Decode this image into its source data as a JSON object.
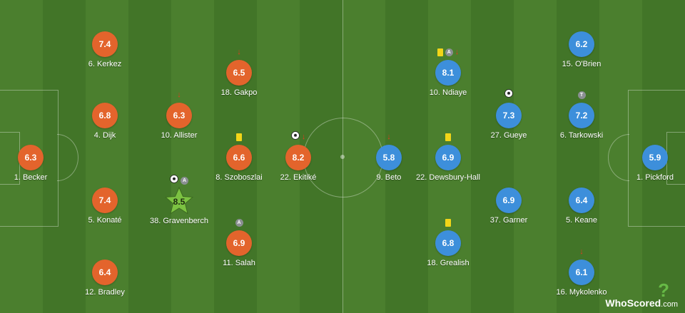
{
  "branding": {
    "name": "WhoScored",
    "suffix": ".com",
    "mark": "?"
  },
  "colors": {
    "home": "#e3642c",
    "away": "#3d8fdb",
    "motm": "#7cc242",
    "card": "#f2d518",
    "sub_arrow": "#e33b1d"
  },
  "home": [
    {
      "number": "1.",
      "name": "Becker",
      "rating": "6.3",
      "icons": []
    },
    {
      "number": "6.",
      "name": "Kerkez",
      "rating": "7.4",
      "icons": []
    },
    {
      "number": "4.",
      "name": "Dijk",
      "rating": "6.8",
      "icons": []
    },
    {
      "number": "5.",
      "name": "Konaté",
      "rating": "7.4",
      "icons": []
    },
    {
      "number": "12.",
      "name": "Bradley",
      "rating": "6.4",
      "icons": []
    },
    {
      "number": "10.",
      "name": "Allister",
      "rating": "6.3",
      "icons": [
        "sub-off"
      ]
    },
    {
      "number": "38.",
      "name": "Gravenberch",
      "rating": "8.5",
      "icons": [
        "goal",
        "assist"
      ],
      "motm": true
    },
    {
      "number": "18.",
      "name": "Gakpo",
      "rating": "6.5",
      "icons": [
        "sub-off"
      ]
    },
    {
      "number": "8.",
      "name": "Szoboszlai",
      "rating": "6.6",
      "icons": [
        "yellow-card"
      ]
    },
    {
      "number": "11.",
      "name": "Salah",
      "rating": "6.9",
      "icons": [
        "assist"
      ]
    },
    {
      "number": "22.",
      "name": "Ekitiké",
      "rating": "8.2",
      "icons": [
        "goal",
        "sub-off"
      ]
    }
  ],
  "away": [
    {
      "number": "9.",
      "name": "Beto",
      "rating": "5.8",
      "icons": [
        "sub-off"
      ]
    },
    {
      "number": "10.",
      "name": "Ndiaye",
      "rating": "8.1",
      "icons": [
        "yellow-card",
        "assist",
        "sub-off"
      ]
    },
    {
      "number": "22.",
      "name": "Dewsbury-Hall",
      "rating": "6.9",
      "icons": [
        "yellow-card"
      ]
    },
    {
      "number": "18.",
      "name": "Grealish",
      "rating": "6.8",
      "icons": [
        "yellow-card"
      ]
    },
    {
      "number": "27.",
      "name": "Gueye",
      "rating": "7.3",
      "icons": [
        "goal"
      ]
    },
    {
      "number": "37.",
      "name": "Garner",
      "rating": "6.9",
      "icons": []
    },
    {
      "number": "15.",
      "name": "O'Brien",
      "rating": "6.2",
      "icons": []
    },
    {
      "number": "6.",
      "name": "Tarkowski",
      "rating": "7.2",
      "icons": [
        "captain"
      ]
    },
    {
      "number": "5.",
      "name": "Keane",
      "rating": "6.4",
      "icons": []
    },
    {
      "number": "16.",
      "name": "Mykolenko",
      "rating": "6.1",
      "icons": [
        "sub-off"
      ]
    },
    {
      "number": "1.",
      "name": "Pickford",
      "rating": "5.9",
      "icons": []
    }
  ],
  "icon_glyphs": {
    "assist": "A",
    "captain": "T",
    "sub-off": "↓"
  }
}
